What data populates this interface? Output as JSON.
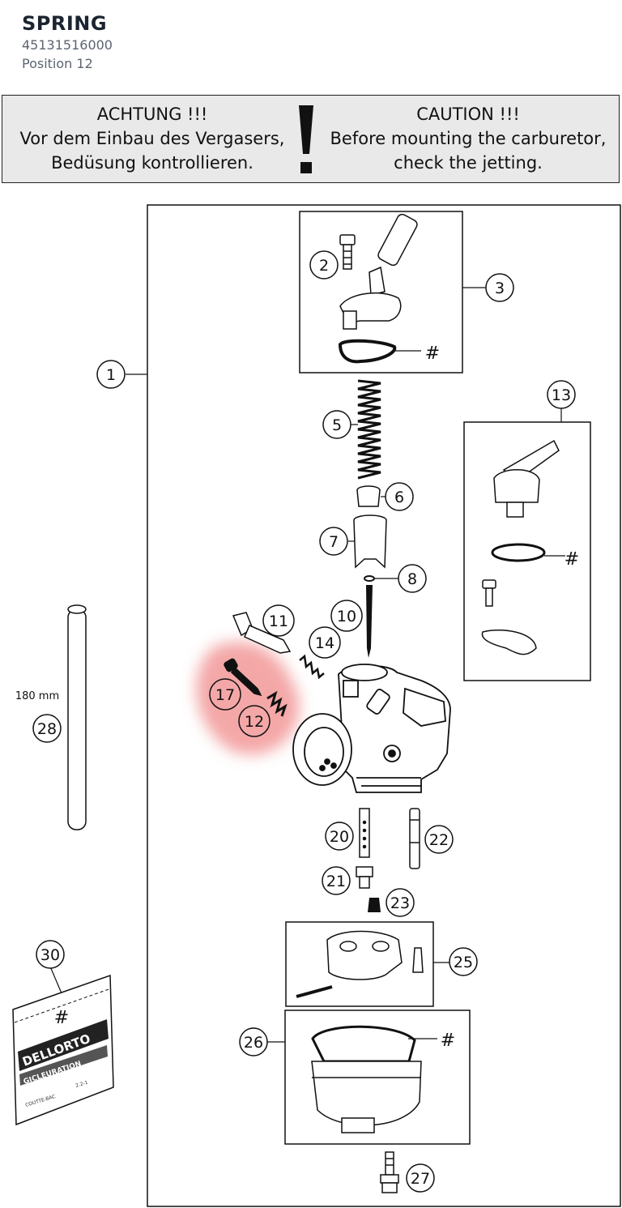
{
  "header": {
    "title": "SPRING",
    "part_number": "45131516000",
    "position": "Position 12"
  },
  "warning": {
    "de_line1": "ACHTUNG !!!",
    "de_line2": "Vor dem Einbau des Vergasers,",
    "de_line3": "Bedüsung kontrollieren.",
    "en_line1": "CAUTION !!!",
    "en_line2": "Before mounting the carburetor,",
    "en_line3": "check the jetting.",
    "symbol": "!"
  },
  "diagram": {
    "highlight_color": "#f08a8a",
    "callouts": {
      "c1": "1",
      "c2": "2",
      "c3": "3",
      "c5": "5",
      "c6": "6",
      "c7": "7",
      "c8": "8",
      "c10": "10",
      "c11": "11",
      "c12": "12",
      "c13": "13",
      "c14": "14",
      "c17": "17",
      "c20": "20",
      "c21": "21",
      "c22": "22",
      "c23": "23",
      "c25": "25",
      "c26": "26",
      "c27": "27",
      "c28": "28",
      "c30": "30"
    },
    "hash_marks": {
      "h1": "#",
      "h2": "#",
      "h3": "#",
      "h4": "#"
    },
    "tube_length": "180 mm",
    "package": {
      "brand": "DELLORTO",
      "label": "GICLEURATION",
      "code": "COUTTE-BAC",
      "code2": "2.2-1"
    }
  }
}
